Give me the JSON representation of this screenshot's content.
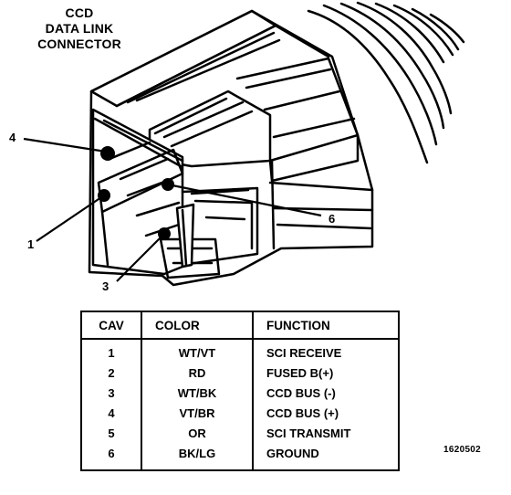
{
  "title": {
    "line1": "CCD",
    "line2": "DATA LINK",
    "line3": "CONNECTOR"
  },
  "callouts": {
    "c4": "4",
    "c1": "1",
    "c3": "3",
    "c6": "6"
  },
  "table": {
    "headers": {
      "cav": "CAV",
      "color": "COLOR",
      "function": "FUNCTION"
    },
    "rows": [
      {
        "cav": "1",
        "color": "WT/VT",
        "function": "SCI RECEIVE"
      },
      {
        "cav": "2",
        "color": "RD",
        "function": "FUSED B(+)"
      },
      {
        "cav": "3",
        "color": "WT/BK",
        "function": "CCD BUS (-)"
      },
      {
        "cav": "4",
        "color": "VT/BR",
        "function": "CCD BUS (+)"
      },
      {
        "cav": "5",
        "color": "OR",
        "function": "SCI TRANSMIT"
      },
      {
        "cav": "6",
        "color": "BK/LG",
        "function": "GROUND"
      }
    ]
  },
  "figure_id": "1620502"
}
